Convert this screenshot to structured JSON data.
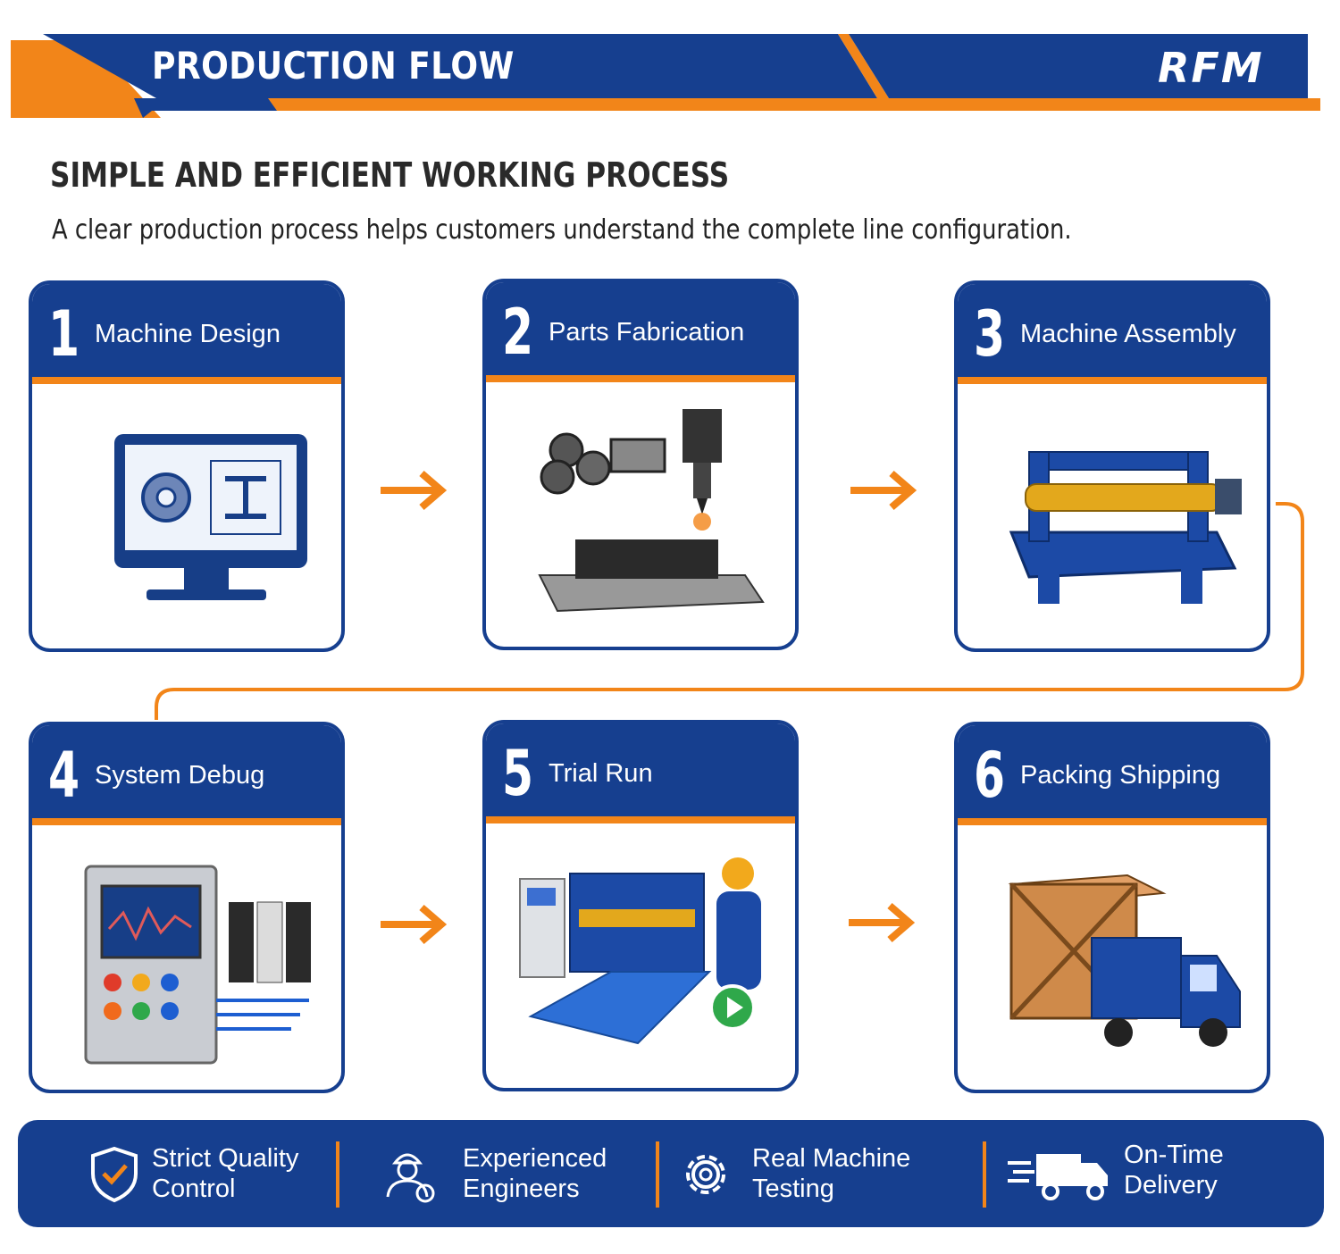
{
  "header": {
    "title": "PRODUCTION FLOW",
    "logo": "RFM",
    "colors": {
      "navy": "#163f8f",
      "orange": "#f28519"
    }
  },
  "intro": {
    "heading": "SIMPLE AND EFFICIENT WORKING PROCESS",
    "subtitle": "A clear production process helps customers understand the complete line configuration."
  },
  "steps": [
    {
      "number": "1",
      "title": "Machine Design",
      "icon": "monitor-cad-icon"
    },
    {
      "number": "2",
      "title": "Parts Fabrication",
      "icon": "fabrication-icon"
    },
    {
      "number": "3",
      "title": "Machine Assembly",
      "icon": "machine-assembly-icon"
    },
    {
      "number": "4",
      "title": "System Debug",
      "icon": "control-panel-icon"
    },
    {
      "number": "5",
      "title": "Trial Run",
      "icon": "roll-forming-machine-icon"
    },
    {
      "number": "6",
      "title": "Packing Shipping",
      "icon": "crate-truck-icon"
    }
  ],
  "features": [
    {
      "label": "Strict Quality\nControl",
      "icon": "shield-check-icon"
    },
    {
      "label": "Experienced\nEngineers",
      "icon": "engineer-icon"
    },
    {
      "label": "Real Machine\nTesting",
      "icon": "gear-icon"
    },
    {
      "label": "On-Time\nDelivery",
      "icon": "delivery-truck-icon"
    }
  ]
}
